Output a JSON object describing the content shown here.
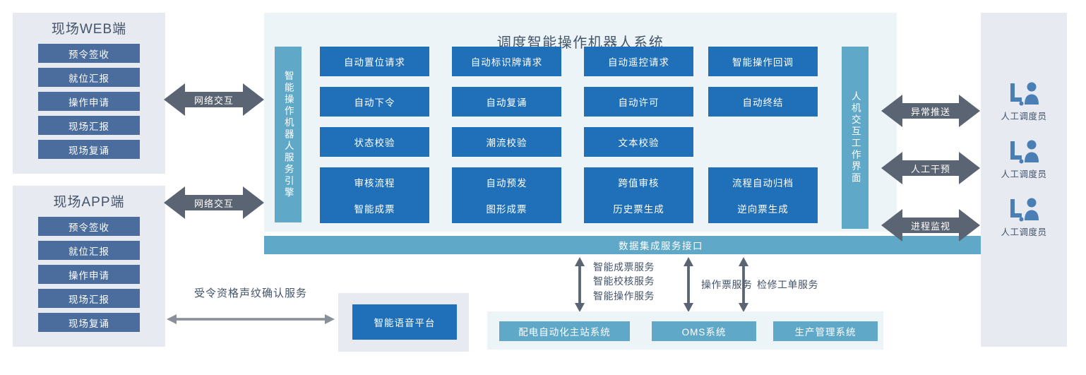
{
  "diagram": {
    "title": "调度智能操作机器人系统"
  },
  "clients": [
    {
      "panel_name": "web-client-panel",
      "title": "现场WEB端",
      "buttons": [
        "预令签收",
        "就位汇报",
        "操作申请",
        "现场汇报",
        "现场复诵"
      ]
    },
    {
      "panel_name": "app-client-panel",
      "title": "现场APP端",
      "buttons": [
        "预令签收",
        "就位汇报",
        "操作申请",
        "现场汇报",
        "现场复诵"
      ]
    }
  ],
  "network_arrows": [
    {
      "label": "网络交互"
    },
    {
      "label": "网络交互"
    }
  ],
  "engine_bar": {
    "label": "智能操作机器人服务引擎"
  },
  "hmi_bar": {
    "label": "人机交互工作界面"
  },
  "function_grid": {
    "rows": [
      [
        "自动置位请求",
        "自动标识牌请求",
        "自动遥控请求",
        "智能操作回调"
      ],
      [
        "自动下令",
        "自动复诵",
        "自动许可",
        "自动终结"
      ],
      [
        "状态校验",
        "潮流校验",
        "文本校验",
        ""
      ],
      [
        "审核流程",
        "自动预发",
        "跨值审核",
        "流程自动归档"
      ],
      [
        "智能成票",
        "图形成票",
        "历史票生成",
        "逆向票生成"
      ]
    ]
  },
  "integration_bar": {
    "label": "数据集成服务接口"
  },
  "operators": [
    {
      "arrow_label": "异常推送",
      "icon": "operator-console-icon",
      "label": "人工调度员"
    },
    {
      "arrow_label": "人工干预",
      "icon": "operator-console-icon",
      "label": "人工调度员"
    },
    {
      "arrow_label": "进程监视",
      "icon": "operator-console-icon",
      "label": "人工调度员"
    }
  ],
  "voice": {
    "service_label": "受令资格声纹确认服务",
    "platform_label": "智能语音平台"
  },
  "service_links": [
    {
      "label": "智能成票服务\n智能校核服务\n智能操作服务"
    },
    {
      "label": "操作票服务"
    },
    {
      "label": "检修工单服务"
    }
  ],
  "external_systems": [
    {
      "label": "配电自动化主站系统"
    },
    {
      "label": "OMS系统"
    },
    {
      "label": "生产管理系统"
    }
  ],
  "colors": {
    "primary_blue": "#1f70b8",
    "teal": "#5fa8c8",
    "client_button": "#4a6d9e",
    "panel_grey": "#e7eaf1",
    "panel_light_blue": "#ecf4f8",
    "arrow_grey": "#5a6472",
    "text": "#44546a"
  }
}
